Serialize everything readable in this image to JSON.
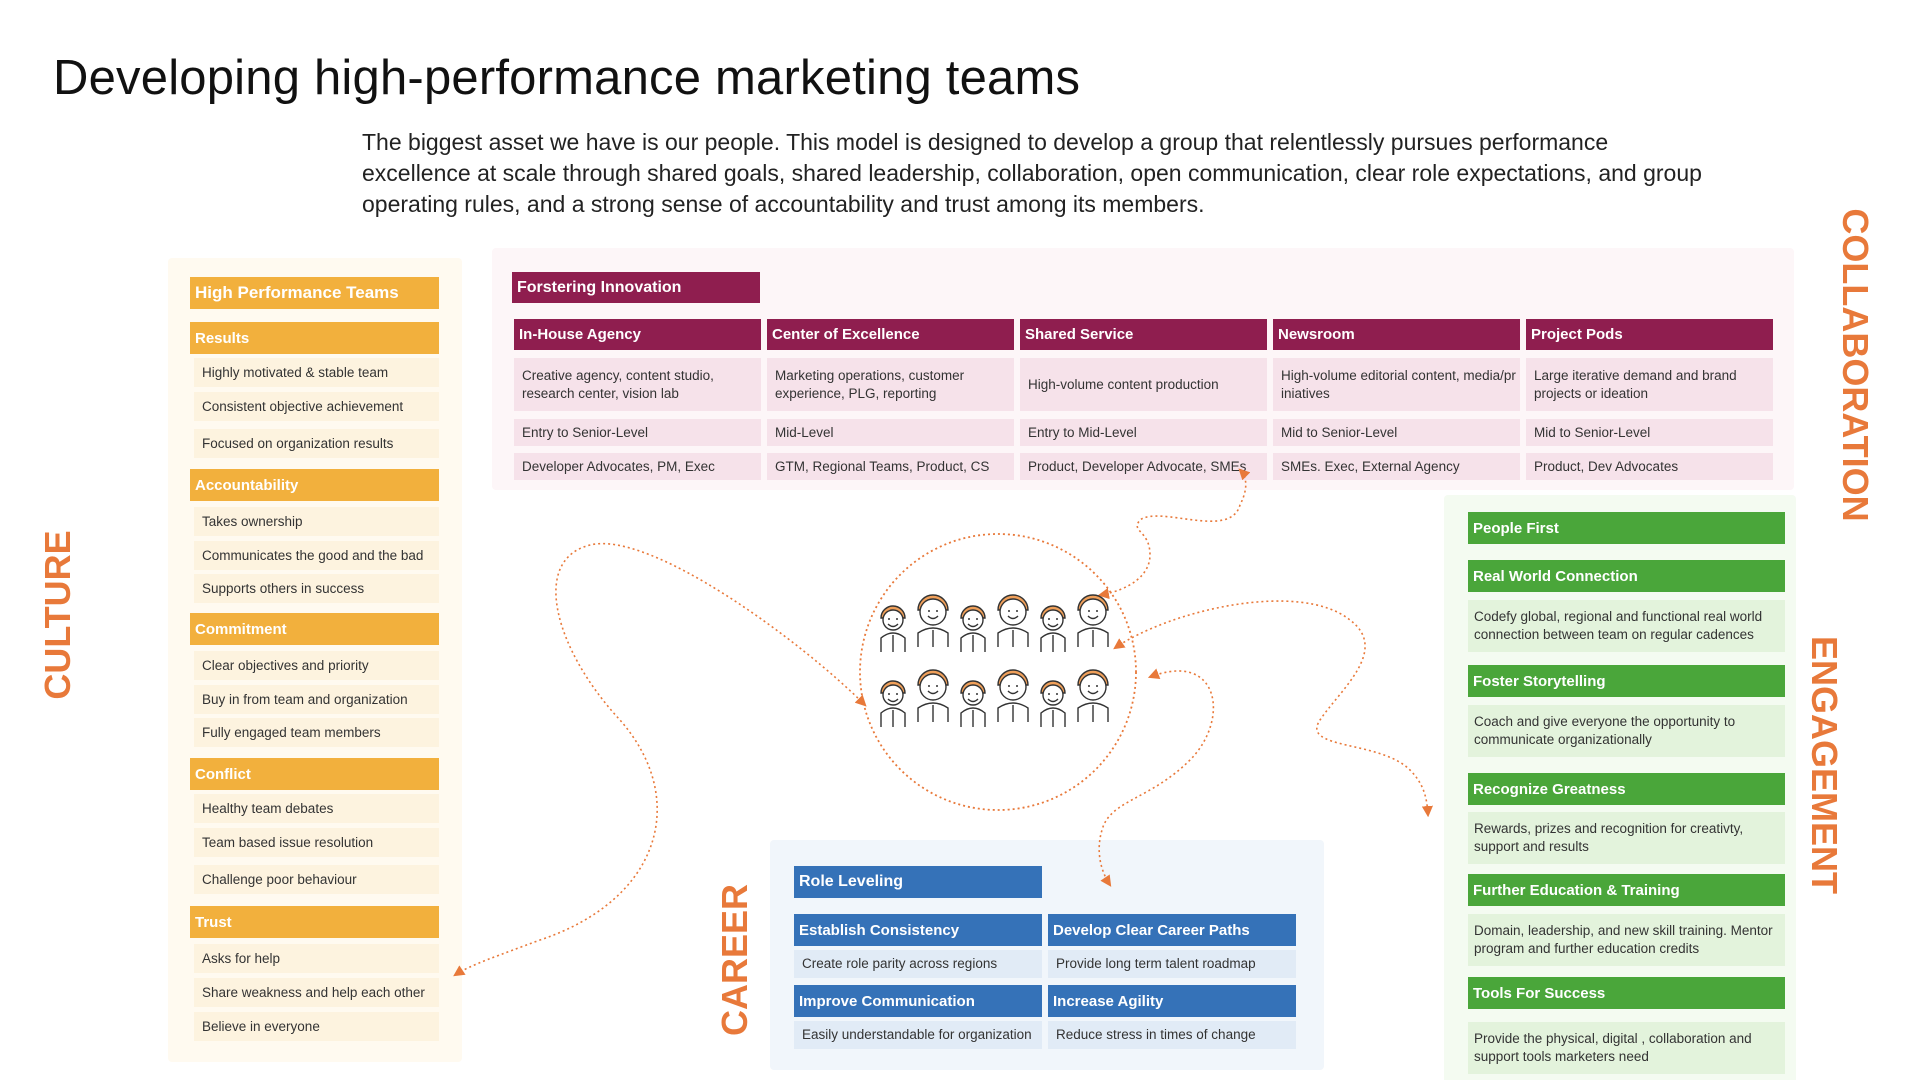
{
  "title": "Developing high-performance marketing teams",
  "intro": "The biggest asset we have is our people. This model is designed to develop a group that relentlessly pursues performance excellence at scale through shared goals, shared leadership, collaboration, open communication, clear role expectations, and group operating rules, and a strong sense of accountability and trust among its members.",
  "labels": {
    "culture": "CULTURE",
    "career": "CAREER",
    "collaboration": "COLLABORATION",
    "engagement": "ENGAGEMENT"
  },
  "colors": {
    "accent": "#e8793a",
    "culture": "#f2b03d",
    "collaboration": "#8f1e4f",
    "engagement": "#4aa63a",
    "career": "#3572b8"
  },
  "culture": {
    "title": "High Performance Teams",
    "sections": [
      {
        "header": "Results",
        "items": [
          "Highly motivated & stable team",
          "Consistent objective achievement",
          "Focused on organization results"
        ]
      },
      {
        "header": "Accountability",
        "items": [
          "Takes ownership",
          "Communicates the good and the bad",
          "Supports others in success"
        ]
      },
      {
        "header": "Commitment",
        "items": [
          "Clear objectives and priority",
          "Buy in from team and organization",
          "Fully engaged team members"
        ]
      },
      {
        "header": "Conflict",
        "items": [
          "Healthy team debates",
          "Team based issue resolution",
          "Challenge poor behaviour"
        ]
      },
      {
        "header": "Trust",
        "items": [
          "Asks for help",
          "Share weakness and help each other",
          "Believe in everyone"
        ]
      }
    ]
  },
  "collaboration": {
    "title": "Forstering Innovation",
    "columns": [
      {
        "header": "In-House Agency",
        "description": "Creative agency, content studio, research center, vision lab",
        "level": "Entry to Senior-Level",
        "partners": "Developer Advocates, PM, Exec"
      },
      {
        "header": "Center of Excellence",
        "description": "Marketing operations, customer experience, PLG, reporting",
        "level": "Mid-Level",
        "partners": "GTM, Regional Teams, Product, CS"
      },
      {
        "header": "Shared Service",
        "description": "High-volume content production",
        "level": "Entry to Mid-Level",
        "partners": "Product, Developer Advocate, SMEs"
      },
      {
        "header": "Newsroom",
        "description": "High-volume editorial content, media/pr iniatives",
        "level": "Mid to Senior-Level",
        "partners": "SMEs. Exec, External Agency"
      },
      {
        "header": "Project Pods",
        "description": "Large iterative demand and brand projects or ideation",
        "level": "Mid to Senior-Level",
        "partners": "Product, Dev Advocates"
      }
    ]
  },
  "engagement": {
    "title": "People First",
    "sections": [
      {
        "header": "Real World Connection",
        "text": "Codefy global, regional and functional real world connection between team on regular cadences"
      },
      {
        "header": "Foster Storytelling",
        "text": "Coach and give everyone the opportunity to communicate organizationally"
      },
      {
        "header": "Recognize Greatness",
        "text": "Rewards, prizes and recognition for creativty, support and results"
      },
      {
        "header": "Further Education & Training",
        "text": "Domain, leadership, and new skill training. Mentor program and further education credits"
      },
      {
        "header": "Tools For Success",
        "text": "Provide the physical, digital , collaboration and support tools marketers need"
      }
    ]
  },
  "career": {
    "title": "Role Leveling",
    "sections": [
      {
        "header": "Establish Consistency",
        "text": "Create role parity across regions"
      },
      {
        "header": "Develop Clear Career Paths",
        "text": "Provide long term talent roadmap"
      },
      {
        "header": "Improve Communication",
        "text": "Easily understandable for organization"
      },
      {
        "header": "Increase Agility",
        "text": "Reduce stress in times of change"
      }
    ]
  },
  "center": {
    "icon": "team-people-icon",
    "people_count": 12
  }
}
